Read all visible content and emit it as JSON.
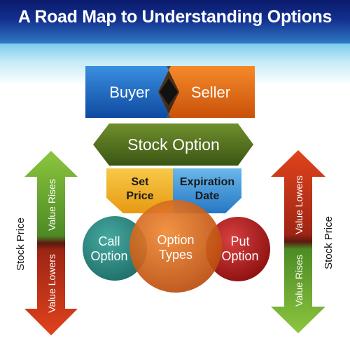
{
  "title": "A Road Map to Understanding Options",
  "buyer": "Buyer",
  "seller": "Seller",
  "stock_option": "Stock Option",
  "set_price": [
    "Set",
    "Price"
  ],
  "expiration_date": [
    "Expiration",
    "Date"
  ],
  "call_option": [
    "Call",
    "Option"
  ],
  "option_types": [
    "Option",
    "Types"
  ],
  "put_option": [
    "Put",
    "Option"
  ],
  "left_arrow": {
    "axis_label": "Stock Price",
    "top_label": "Value Rises",
    "bottom_label": "Value Lowers"
  },
  "right_arrow": {
    "axis_label": "Stock Price",
    "top_label": "Value Lowers",
    "bottom_label": "Value Rises"
  },
  "colors": {
    "buyer": "#1565c0",
    "seller": "#e8670f",
    "stock_option": "#4f6f1d",
    "set_price": "#f2b323",
    "expiration_date": "#3a9ad9",
    "call_option": "#2e8b84",
    "option_types": "#d9651a",
    "put_option": "#b82020",
    "arrow_green": "#6aa932",
    "arrow_red": "#c93518"
  }
}
